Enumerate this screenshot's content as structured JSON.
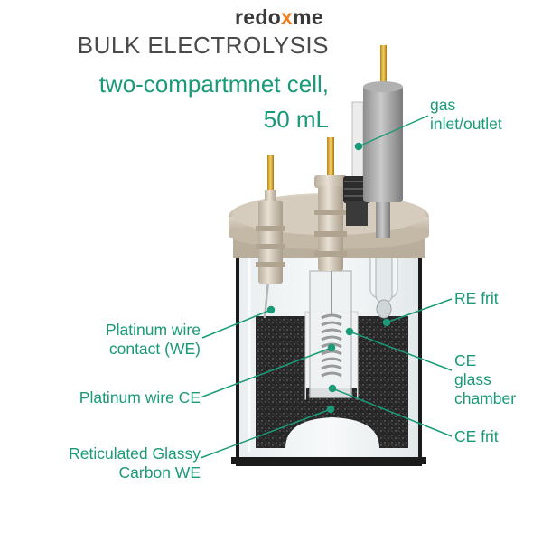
{
  "brand": {
    "prefix": "redo",
    "dot": "x",
    "suffix": "me",
    "dot_color": "#f07c1e"
  },
  "title": "BULK ELECTROLYSIS",
  "subtitle_line1": "two-compartmnet cell,",
  "subtitle_line2": "50 mL",
  "labels": {
    "gas_inlet_l1": "gas",
    "gas_inlet_l2": "inlet/outlet",
    "re_frit": "RE frit",
    "ce_glass_l1": "CE",
    "ce_glass_l2": "glass",
    "ce_glass_l3": "chamber",
    "ce_frit": "CE frit",
    "pt_contact_l1": "Platinum wire",
    "pt_contact_l2": "contact (WE)",
    "pt_ce": "Platinum wire CE",
    "rvc_l1": "Reticulated Glassy",
    "rvc_l2": "Carbon WE"
  },
  "colors": {
    "accent": "#1a9a78",
    "title": "#4a4a4a",
    "cap": "#cdc2b1",
    "foam": "#2a2a2a",
    "gold": "#d9a62a"
  }
}
